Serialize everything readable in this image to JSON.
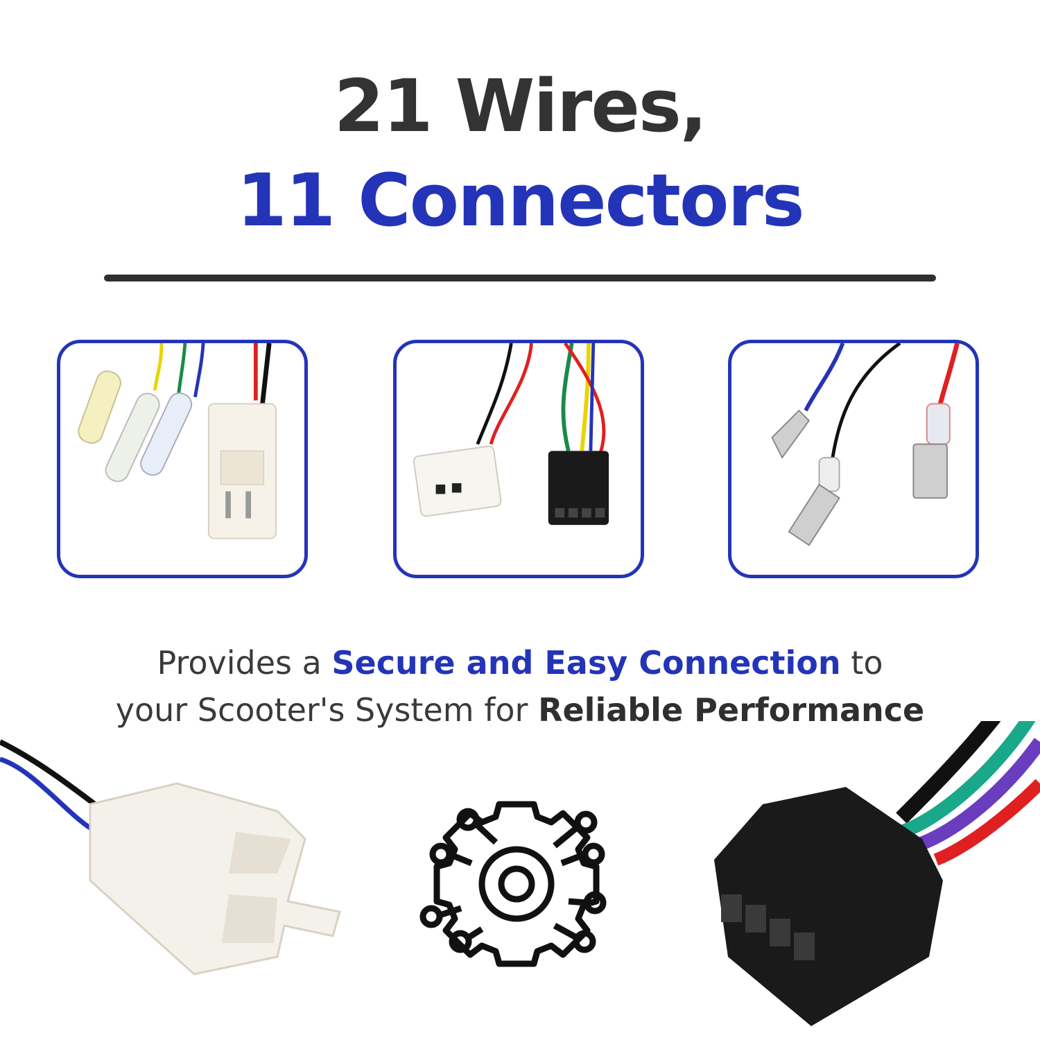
{
  "headline": {
    "line1": "21 Wires,",
    "line2": "11 Connectors"
  },
  "tagline": {
    "part1": "Provides a ",
    "highlight1": "Secure and Easy Connection",
    "part2": " to",
    "part3": "your Scooter's System for ",
    "highlight2": "Reliable Performance"
  },
  "colors": {
    "accent": "#2434b8",
    "text": "#333333"
  },
  "images": {
    "panel1": "bullet-connectors-and-white-2pin-connector",
    "panel2": "white-2pin-and-black-4pin-connectors",
    "panel3": "female-spade-terminals",
    "bottom_left": "white-connector-closeup",
    "center_icon": "gear-circuit-icon",
    "bottom_right": "black-4pin-connector-closeup"
  }
}
